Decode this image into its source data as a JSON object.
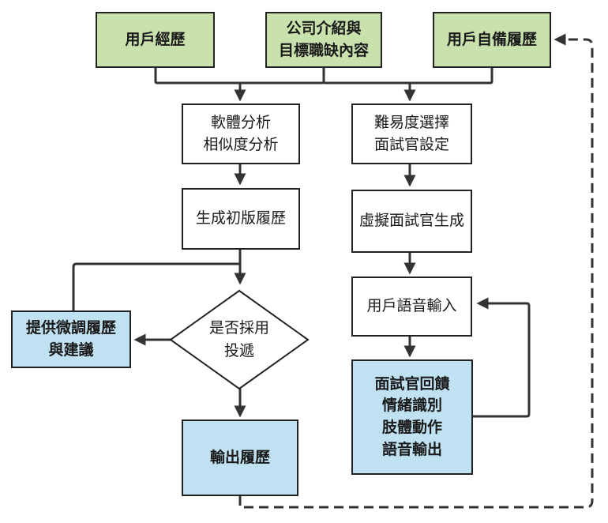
{
  "nodes": {
    "user_experience": "用戶經歷",
    "company_intro": [
      "公司介紹與",
      "目標職缺內容"
    ],
    "user_resume": "用戶自備履歷",
    "software_analysis": [
      "軟體分析",
      "相似度分析"
    ],
    "generate_resume": "生成初版履歷",
    "adopt_decision": [
      "是否採用",
      "投遞"
    ],
    "tuning_suggestion": [
      "提供微調履歷",
      "與建議"
    ],
    "output_resume": "輸出履歷",
    "difficulty_select": [
      "難易度選擇",
      "面試官設定"
    ],
    "virtual_interviewer": "虛擬面試官生成",
    "voice_input": "用戶語音輸入",
    "interviewer_feedback": [
      "面試官回饋",
      "情緒識別",
      "肢體動作",
      "語音輸出"
    ]
  },
  "colors": {
    "source_fill": "#c9e2ad",
    "result_fill": "#bfe1f1",
    "process_fill": "#ffffff",
    "line": "#333333"
  }
}
